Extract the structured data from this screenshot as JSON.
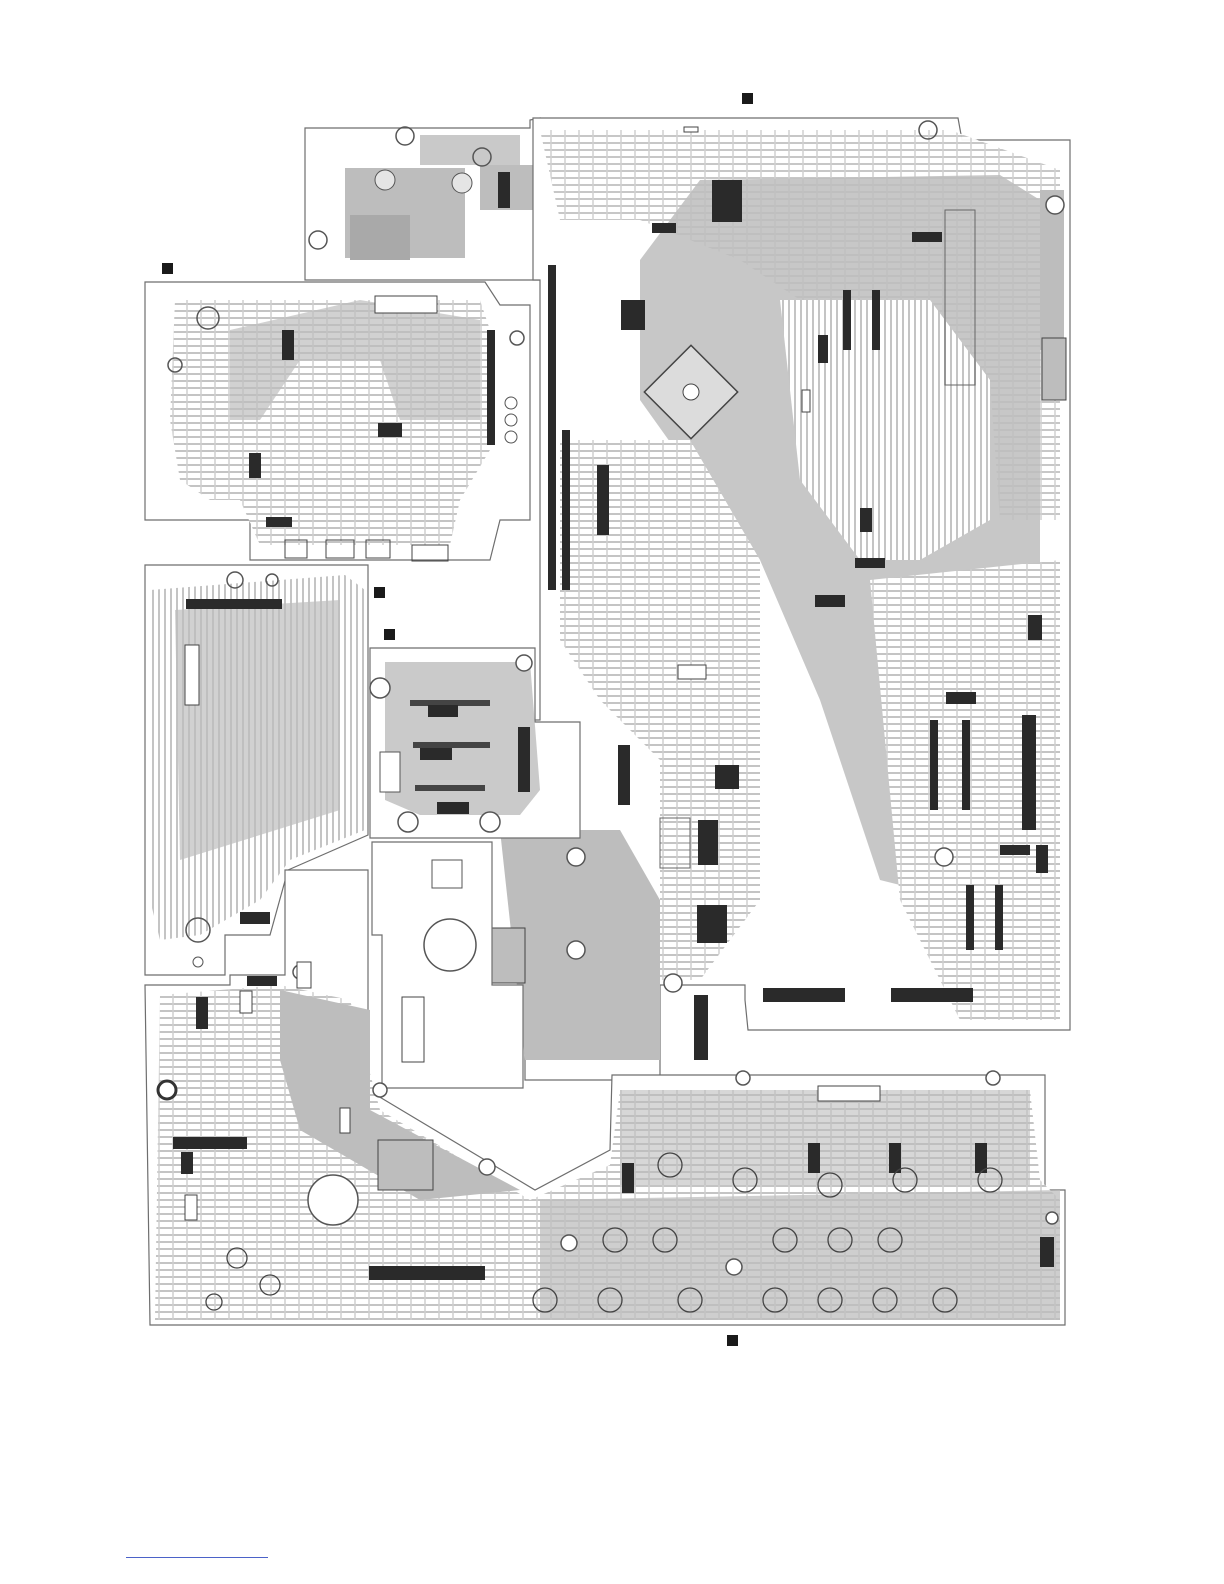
{
  "document": {
    "kind": "pcb-copper-layout",
    "board_color": "#bdbdbd",
    "outline_color": "#6e6e6e",
    "component_color": "#2a2a2a",
    "marker_color": "#1a1a1a"
  },
  "markers": [
    {
      "name": "marker-top-main"
    },
    {
      "name": "marker-left-amp"
    },
    {
      "name": "marker-mid-power"
    },
    {
      "name": "marker-sub-board"
    },
    {
      "name": "marker-bottom"
    }
  ],
  "footer": {
    "rule_color": "#4b62c8"
  }
}
